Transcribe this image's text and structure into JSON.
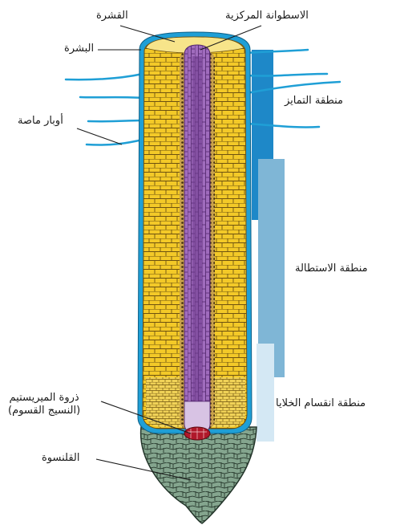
{
  "labels": {
    "cortex": "القشرة",
    "stele": "الاسطوانة المركزية",
    "epidermis": "البشرة",
    "root_hairs": "أوبار ماصة",
    "differentiation_zone": "منطقة التمايز",
    "elongation_zone": "منطقة الاستطالة",
    "cell_division_zone": "منطقة انقسام الخلايا",
    "apical_meristem_line1": "ذروة الميريستيم",
    "apical_meristem_line2": "(النسيج القسوم)",
    "root_cap": "القلنسوة"
  },
  "colors": {
    "cortex": "#f2c623",
    "cortex_cells": "#7a5a12",
    "epidermis": "#1f9fd6",
    "stele": "#9a63b8",
    "stele_dark": "#5a2d78",
    "root_cap": "#7c9d86",
    "meristem_dot": "#b0182a",
    "differentiation_bar": "#1e88c8",
    "elongation_bar": "#7fb6d6",
    "division_bar": "#cfe6f3"
  }
}
